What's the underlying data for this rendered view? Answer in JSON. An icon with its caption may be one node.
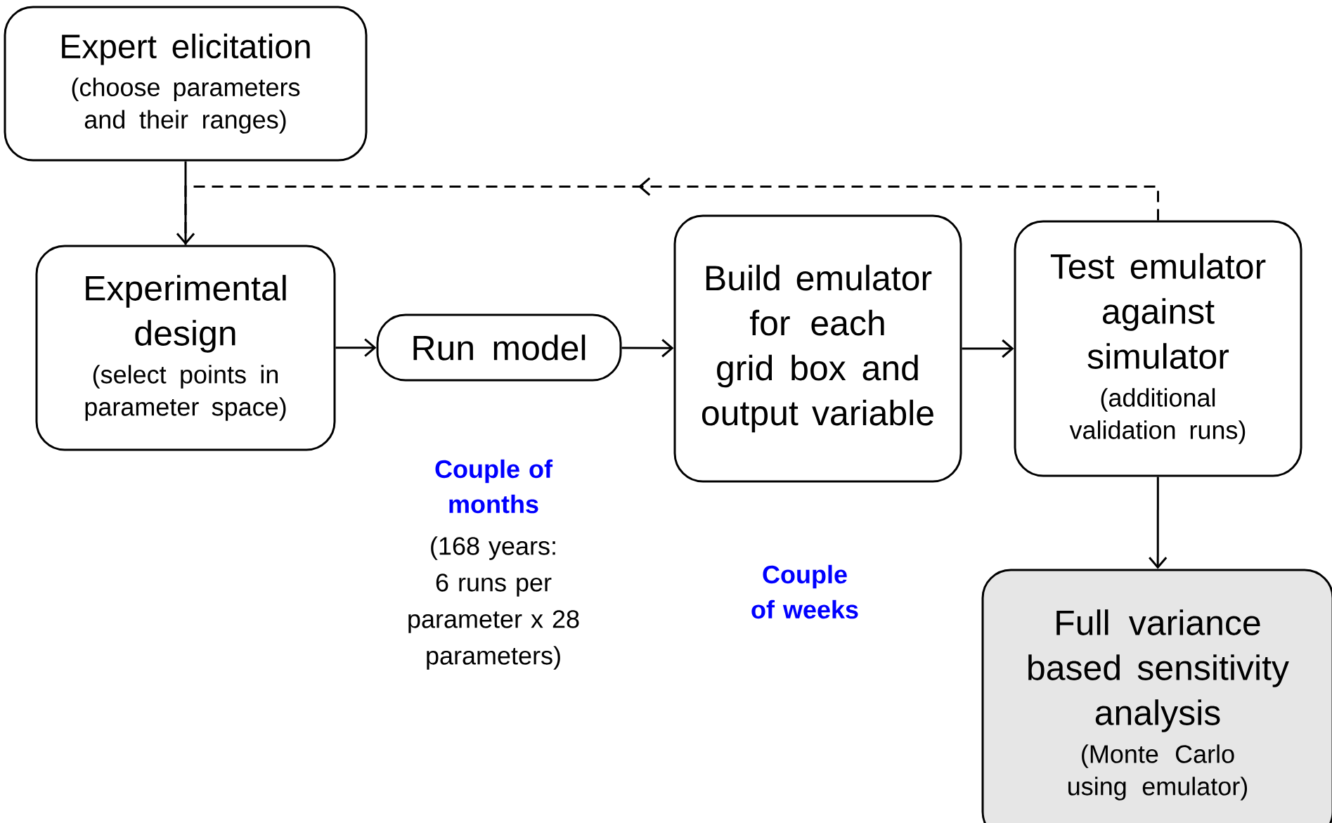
{
  "diagram": {
    "nodes": [
      {
        "text": [
          "Expert elicitation",
          "(choose parameters and their ranges)"
        ]
      },
      {
        "text": [
          "Experimental design",
          "(select points in parameter space)"
        ]
      },
      {
        "text": [
          "Run model"
        ]
      },
      {
        "text": [
          "Build emulator for each grid box and output variable"
        ]
      },
      {
        "text": [
          "Test emulator against simulator",
          "(additional validation runs)"
        ]
      },
      {
        "text": [
          "Full variance based sensitivity analysis",
          "(Monte Carlo using emulator)"
        ]
      }
    ],
    "edges": [
      {
        "from": 0,
        "to": 1,
        "arrow": "to"
      },
      {
        "from": 1,
        "to": 2,
        "arrow": "to"
      },
      {
        "from": 2,
        "to": 3,
        "arrow": "to"
      },
      {
        "from": 3,
        "to": 4,
        "arrow": "to"
      },
      {
        "from": 4,
        "to": 5,
        "arrow": "to"
      },
      {
        "from": 4,
        "to": 1,
        "arrow": "to",
        "style": "dashed"
      }
    ],
    "labels": [
      "Couple of months",
      "(168 years: 6 runs per parameter x 28 parameters)",
      "Couple of weeks"
    ]
  }
}
